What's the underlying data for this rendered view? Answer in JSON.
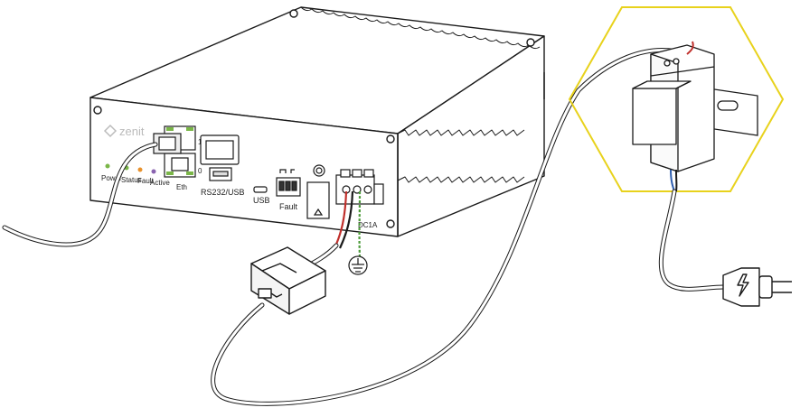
{
  "device": {
    "brand": "zenit",
    "leds": {
      "power": "Power",
      "status": "Status",
      "fault": "Fault",
      "active": "Active"
    },
    "ports": {
      "eth": "Eth",
      "rs232_usb": "RS232/USB",
      "usb": "USB",
      "fault": "Fault",
      "dc_in": "DC1A",
      "relay_1": "1",
      "relay_0": "0"
    }
  },
  "colors": {
    "outline": "#1a1a1a",
    "hexagon": "#e8d21c",
    "led_green": "#7ab648",
    "led_orange": "#e8922c",
    "led_purple": "#8a63b0",
    "wire_red": "#c0302c",
    "wire_green": "#4c9a3a",
    "wire_blue": "#2f5fb0",
    "eth_green": "#7ab648"
  },
  "icons": {
    "ground": "ground-symbol-icon",
    "plug": "power-plug-icon",
    "bolt": "lightning-icon"
  }
}
